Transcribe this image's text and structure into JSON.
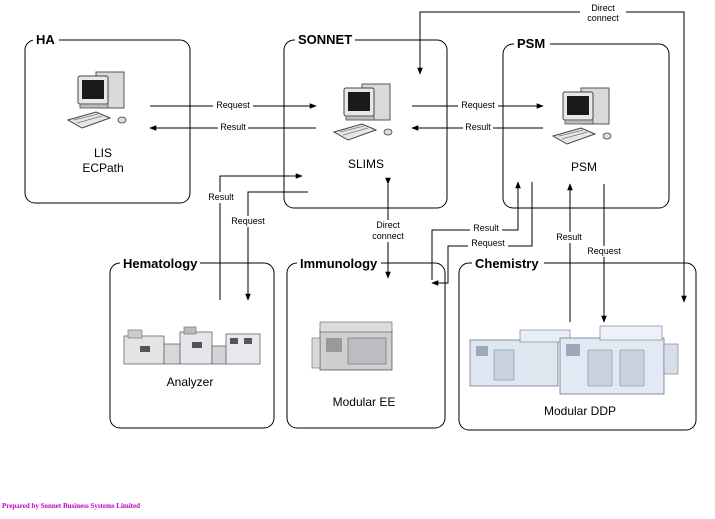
{
  "groups": {
    "ha": {
      "title": "HA",
      "node_lines": [
        "LIS",
        "ECPath"
      ]
    },
    "sonnet": {
      "title": "SONNET",
      "node": "SLIMS"
    },
    "psm": {
      "title": "PSM",
      "node": "PSM"
    },
    "hematology": {
      "title": "Hematology",
      "node": "Analyzer"
    },
    "immunology": {
      "title": "Immunology",
      "node": "Modular EE"
    },
    "chemistry": {
      "title": "Chemistry",
      "node": "Modular DDP"
    }
  },
  "labels": {
    "request": "Request",
    "result": "Result",
    "direct_connect": [
      "Direct",
      "connect"
    ]
  },
  "icons": {
    "computer": "desktop-computer-icon",
    "analyzer": "lab-analyzer-icon"
  },
  "footer": "Prepared by Sonnet Business Systems Limited",
  "colors": {
    "footer": "#c000c0",
    "line": "#000000",
    "machine": "#dfe6f0"
  }
}
